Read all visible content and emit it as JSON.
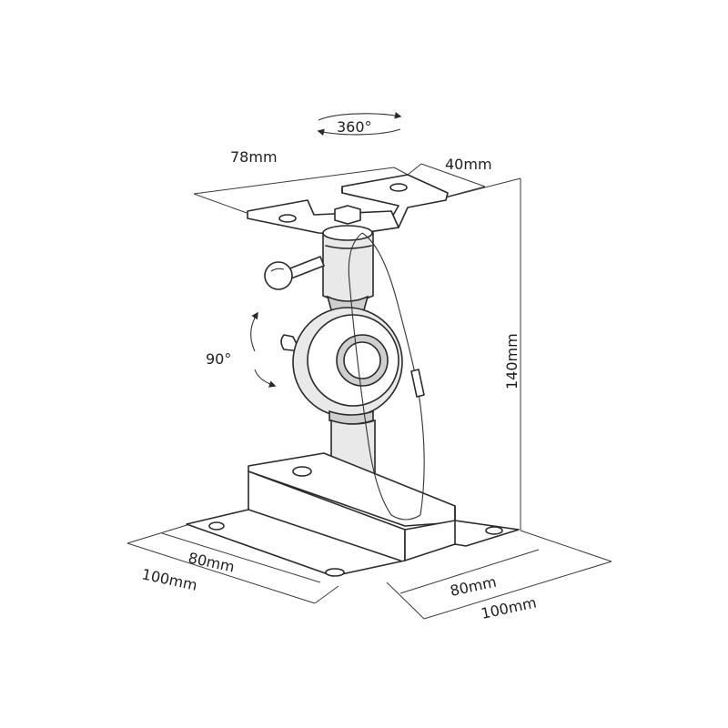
{
  "labels": {
    "rotation_top": "360°",
    "tilt": "90°",
    "top_plate_width": "78mm",
    "top_plate_depth": "40mm",
    "height": "140mm",
    "base_left_inner": "80mm",
    "base_left_outer": "100mm",
    "base_right_inner": "80mm",
    "base_right_outer": "100mm"
  },
  "colors": {
    "line": "#2a2a2a",
    "fill_light": "#e9e9e9",
    "fill_mid": "#cfcfcf"
  }
}
